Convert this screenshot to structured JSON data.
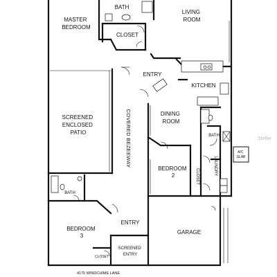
{
  "rooms": {
    "master_bedroom": [
      "MASTER",
      "BEDROOM"
    ],
    "master_bath": "BATH",
    "master_closet": "CLOSET",
    "living_room": [
      "LIVING",
      "ROOM"
    ],
    "entry_main": "ENTRY",
    "kitchen": "KITCHEN",
    "screened_patio": [
      "SCREENED",
      "ENCLOSED",
      "PATIO"
    ],
    "covered_breezeway": "COVERED BEZEEWAY",
    "dining_room": [
      "DINING",
      "ROOM"
    ],
    "hall_bath": "BATH",
    "bedroom_2": [
      "BEDROOM",
      "2"
    ],
    "bedroom_2_closet": "CLOSET",
    "laundry": "LAUNDRY",
    "ac_slab": [
      "A/C",
      "SLAB"
    ],
    "bath_3": "BATH",
    "bedroom_3": [
      "BEDROOM",
      "3"
    ],
    "entry_lower": "ENTRY",
    "garage": "GARAGE",
    "screened_entry": [
      "SCREENED",
      "ENTRY"
    ],
    "bedroom_3_closet": "CLOSET"
  },
  "address": "4175 WINDCHIME LANE",
  "watermark": "Stellar",
  "colors": {
    "line": "#111111",
    "background": "#ffffff",
    "watermark": "#b8b8b8"
  }
}
